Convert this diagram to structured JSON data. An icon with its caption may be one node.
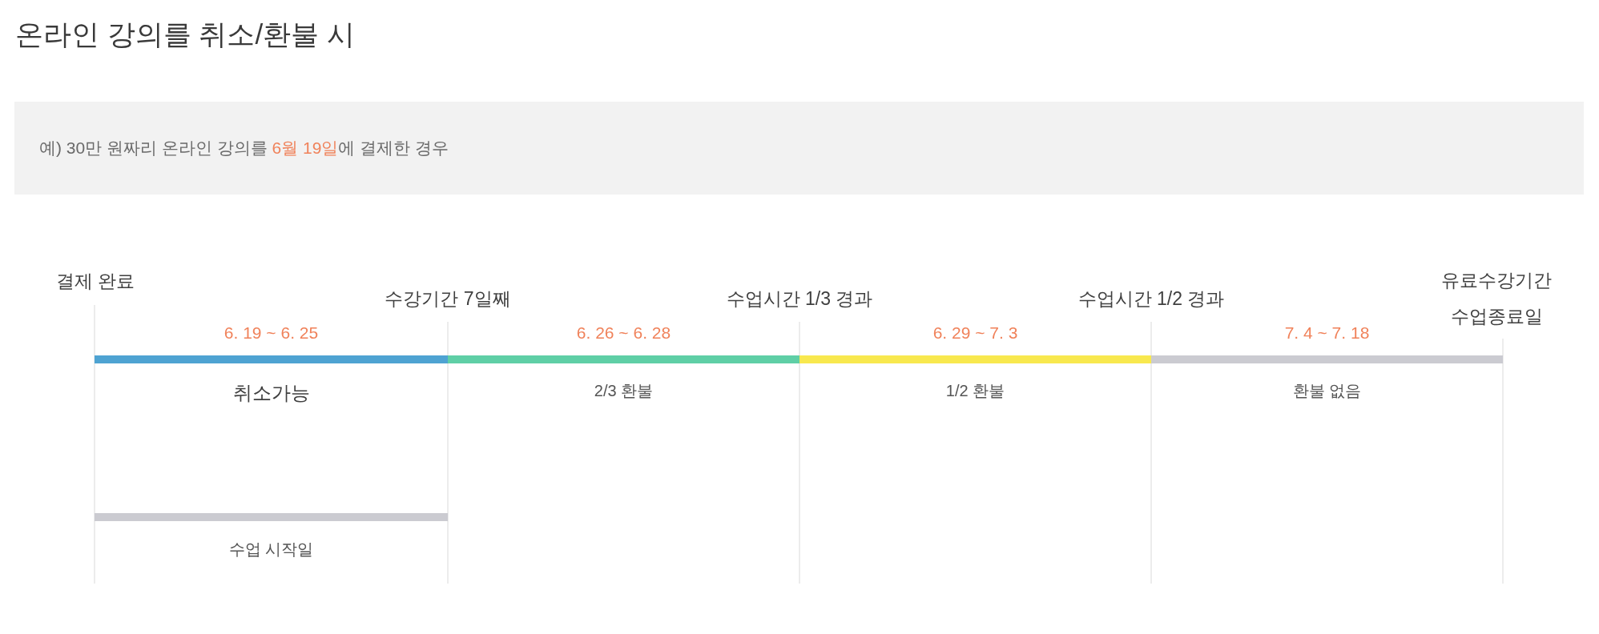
{
  "diagram": {
    "title": "온라인 강의를 취소/환불 시",
    "nodes": [
      {
        "text": [
          "예) 30만 원짜리 온라인 강의를 **6월 19일**에 결제한 경우"
        ]
      },
      {
        "text": [
          "6. 19 ~ 6. 25",
          "취소가능"
        ]
      },
      {
        "text": [
          "6. 26 ~ 6. 28",
          "2/3 환불"
        ]
      },
      {
        "text": [
          "6. 29 ~ 7. 3",
          "1/2 환불"
        ]
      },
      {
        "text": [
          "7. 4 ~ 7. 18",
          "환불 없음"
        ]
      },
      {
        "text": [
          "수업 시작일"
        ]
      }
    ],
    "edges": [],
    "labels": [
      "결제 완료",
      "수강기간 7일째",
      "수업시간 1/3 경과",
      "수업시간 1/2 경과",
      "유료수강기간 수업종료일"
    ]
  }
}
